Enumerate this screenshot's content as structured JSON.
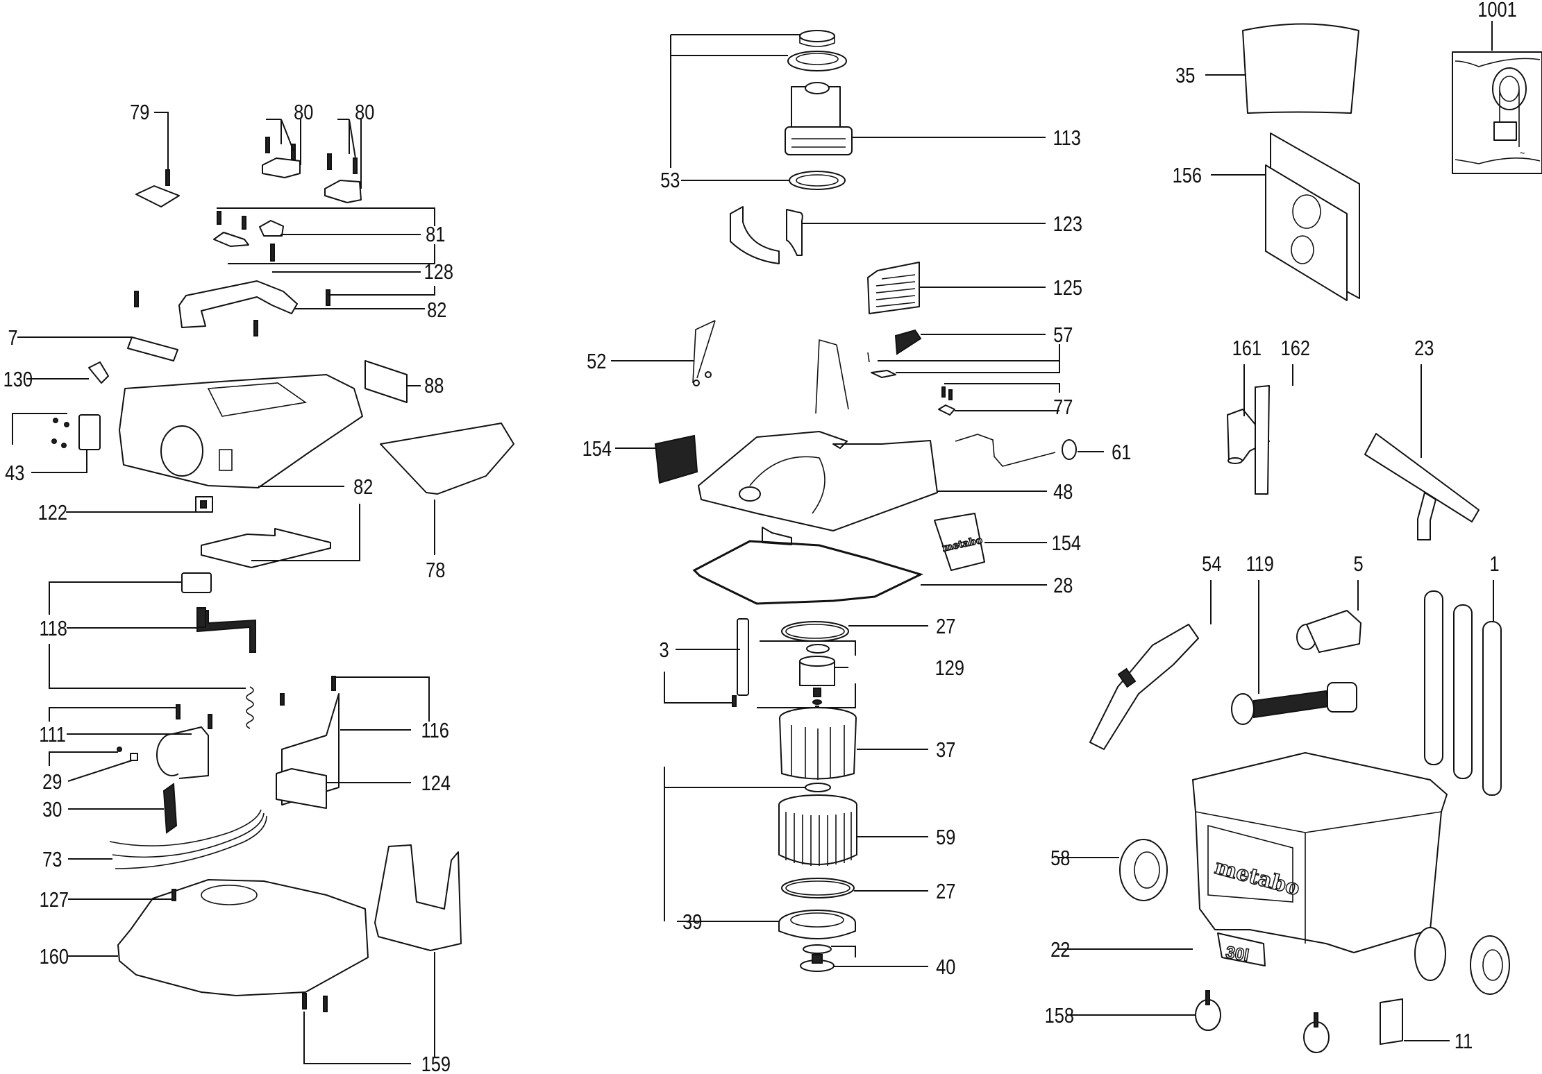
{
  "diagram": {
    "type": "exploded parts diagram",
    "subject": "wet/dry vacuum cleaner",
    "brand_mark": "metabo",
    "container_capacity_mark": "30l",
    "wiring_symbol": "~"
  },
  "labels": [
    {
      "id": "79",
      "text": "79"
    },
    {
      "id": "80a",
      "text": "80"
    },
    {
      "id": "80b",
      "text": "80"
    },
    {
      "id": "81",
      "text": "81"
    },
    {
      "id": "128",
      "text": "128"
    },
    {
      "id": "82a",
      "text": "82"
    },
    {
      "id": "7",
      "text": "7"
    },
    {
      "id": "130",
      "text": "130"
    },
    {
      "id": "88",
      "text": "88"
    },
    {
      "id": "43",
      "text": "43"
    },
    {
      "id": "82b",
      "text": "82"
    },
    {
      "id": "122",
      "text": "122"
    },
    {
      "id": "78",
      "text": "78"
    },
    {
      "id": "118",
      "text": "118"
    },
    {
      "id": "111",
      "text": "111"
    },
    {
      "id": "116",
      "text": "116"
    },
    {
      "id": "29",
      "text": "29"
    },
    {
      "id": "124",
      "text": "124"
    },
    {
      "id": "30",
      "text": "30"
    },
    {
      "id": "73",
      "text": "73"
    },
    {
      "id": "127",
      "text": "127"
    },
    {
      "id": "160",
      "text": "160"
    },
    {
      "id": "159",
      "text": "159"
    },
    {
      "id": "53",
      "text": "53"
    },
    {
      "id": "113",
      "text": "113"
    },
    {
      "id": "123",
      "text": "123"
    },
    {
      "id": "125",
      "text": "125"
    },
    {
      "id": "52",
      "text": "52"
    },
    {
      "id": "57",
      "text": "57"
    },
    {
      "id": "77",
      "text": "77"
    },
    {
      "id": "154a",
      "text": "154"
    },
    {
      "id": "61",
      "text": "61"
    },
    {
      "id": "48",
      "text": "48"
    },
    {
      "id": "154b",
      "text": "154"
    },
    {
      "id": "28",
      "text": "28"
    },
    {
      "id": "27a",
      "text": "27"
    },
    {
      "id": "3",
      "text": "3"
    },
    {
      "id": "129",
      "text": "129"
    },
    {
      "id": "37",
      "text": "37"
    },
    {
      "id": "59",
      "text": "59"
    },
    {
      "id": "27b",
      "text": "27"
    },
    {
      "id": "39",
      "text": "39"
    },
    {
      "id": "40",
      "text": "40"
    },
    {
      "id": "35",
      "text": "35"
    },
    {
      "id": "1001",
      "text": "1001"
    },
    {
      "id": "156",
      "text": "156"
    },
    {
      "id": "161",
      "text": "161"
    },
    {
      "id": "162",
      "text": "162"
    },
    {
      "id": "23",
      "text": "23"
    },
    {
      "id": "54",
      "text": "54"
    },
    {
      "id": "119",
      "text": "119"
    },
    {
      "id": "5",
      "text": "5"
    },
    {
      "id": "1",
      "text": "1"
    },
    {
      "id": "58",
      "text": "58"
    },
    {
      "id": "22",
      "text": "22"
    },
    {
      "id": "158",
      "text": "158"
    },
    {
      "id": "11",
      "text": "11"
    }
  ]
}
